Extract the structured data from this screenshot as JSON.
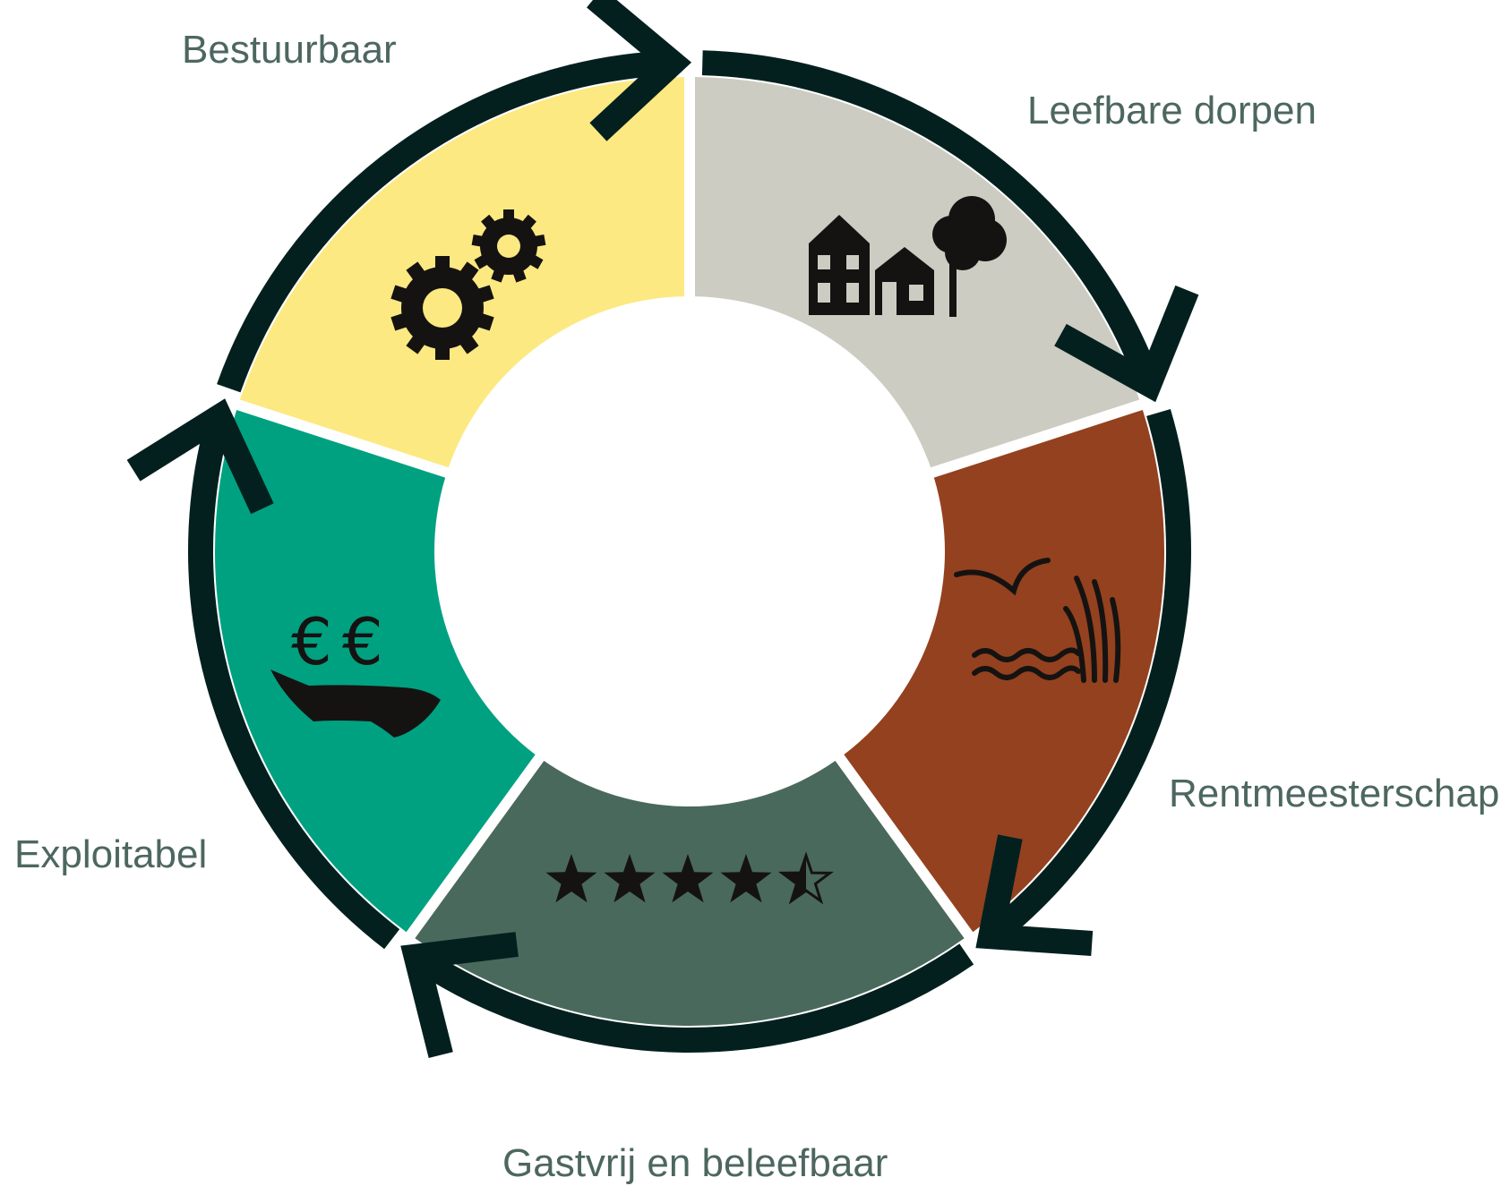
{
  "colors": {
    "ring": "#03201f",
    "label_text": "#4d6760",
    "icon": "#151311",
    "segments": [
      "#ccccc2",
      "#94411f",
      "#49695c",
      "#00a181",
      "#fde982"
    ]
  },
  "segments": [
    {
      "label": "Leefbare dorpen",
      "icon": "houses-and-tree-icon"
    },
    {
      "label": "Rentmeesterschap",
      "icon": "nature-bird-water-reeds-icon"
    },
    {
      "label": "Gastvrij en beleefbaar",
      "icon": "four-and-a-half-stars-icon"
    },
    {
      "label": "Exploitabel",
      "icon": "hand-with-euros-icon"
    },
    {
      "label": "Bestuurbaar",
      "icon": "gears-icon"
    }
  ]
}
